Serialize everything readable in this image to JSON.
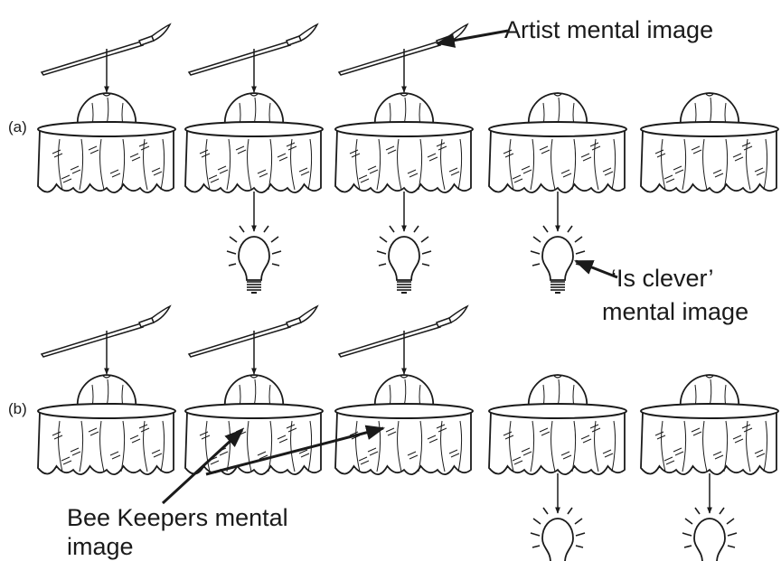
{
  "rows": [
    {
      "id": "a",
      "label": "(a)",
      "units": [
        {
          "brush": true,
          "bulb": false
        },
        {
          "brush": true,
          "bulb": true
        },
        {
          "brush": true,
          "bulb": true
        },
        {
          "brush": false,
          "bulb": true
        },
        {
          "brush": false,
          "bulb": false
        }
      ]
    },
    {
      "id": "b",
      "label": "(b)",
      "units": [
        {
          "brush": true,
          "bulb": false
        },
        {
          "brush": true,
          "bulb": false
        },
        {
          "brush": true,
          "bulb": false
        },
        {
          "brush": false,
          "bulb": true
        },
        {
          "brush": false,
          "bulb": true
        }
      ]
    }
  ],
  "annotations": {
    "artist": "Artist mental image",
    "clever_line1": "‘Is clever’",
    "clever_line2": "mental image",
    "beekeepers_line1": "Bee Keepers mental",
    "beekeepers_line2": "image"
  },
  "icons": {
    "brush": "paintbrush-icon",
    "hat": "beekeeper-hat-icon",
    "bulb": "lightbulb-icon"
  },
  "colors": {
    "ink": "#1a1a1a",
    "background": "#ffffff"
  }
}
